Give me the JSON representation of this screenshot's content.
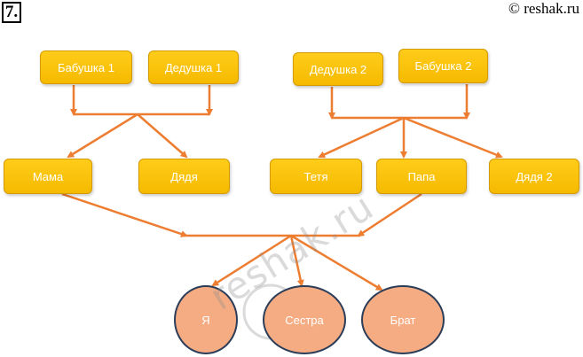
{
  "header": {
    "task_number": "7.",
    "copyright": "© reshak.ru"
  },
  "nodes": {
    "grandma1": "Бабушка 1",
    "grandpa1": "Дедушка 1",
    "grandpa2": "Дедушка 2",
    "grandma2": "Бабушка 2",
    "mom": "Мама",
    "uncle1": "Дядя",
    "aunt": "Тетя",
    "dad": "Папа",
    "uncle2": "Дядя 2",
    "me": "Я",
    "sister": "Сестра",
    "brother": "Брат"
  },
  "watermark": "reshak.ru",
  "colors": {
    "box_fill": "#ffc000",
    "oval_fill": "#f5ac82",
    "oval_border": "#2b3d58",
    "line": "#ed7d31"
  }
}
